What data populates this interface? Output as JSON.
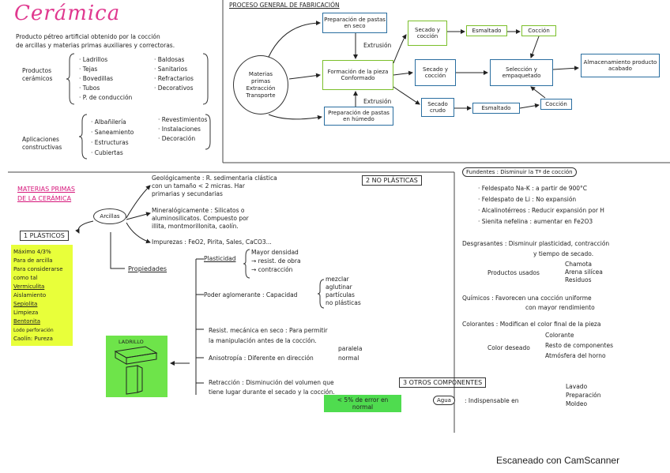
{
  "title": "Cerámica",
  "definition": [
    "Producto pétreo artificial obtenido por la cocción",
    "de arcillas y materias primas auxiliares y correctoras."
  ],
  "productos": {
    "label": [
      "Productos",
      "cerámicos"
    ],
    "col1": [
      "· Ladrillos",
      "· Tejas",
      "· Bovedillas",
      "· Tubos",
      "· P. de conducción"
    ],
    "col2": [
      "· Baldosas",
      "· Sanitarios",
      "· Refractarios",
      "· Decorativos"
    ]
  },
  "aplicaciones": {
    "label": [
      "Aplicaciones",
      "constructivas"
    ],
    "col1": [
      "· Albañilería",
      "· Saneamiento",
      "· Estructuras",
      "· Cubiertas"
    ],
    "col2": [
      "· Revestimientos",
      "· Instalaciones",
      "· Decoración"
    ]
  },
  "proceso": {
    "title": "PROCESO GENERAL DE FABRICACIÓN",
    "materias": [
      "Materias",
      "primas",
      "Extracción",
      "Transporte"
    ],
    "prep_seco": "Preparación de pastas en seco",
    "formacion": "Formación de la pieza Conformado",
    "prep_humedo": "Preparación de pastas en húmedo",
    "secado1": "Secado y cocción",
    "esmaltado1": "Esmaltado",
    "coccion1": "Cocción",
    "secado2": "Secado y cocción",
    "seleccion": "Selección y empaquetado",
    "almacen": "Almacenamiento producto acabado",
    "secado3": "Secado crudo",
    "esmaltado2": "Esmaltado",
    "coccion2": "Cocción",
    "lbl_extrusion": "Extrusión",
    "lbl_extrusion2": "Extrusión"
  },
  "materias_primas": {
    "title": [
      "MATERIAS PRIMAS",
      "DE LA CERÁMICA"
    ],
    "arcillas": "Arcillas",
    "geo": [
      "Geológicamente : R. sedimentaria clástica",
      "con un tamaño < 2 micras. Har",
      "primarias y secundarias"
    ],
    "mineral": [
      "Mineralógicamente : Silicatos o",
      "aluminosilicatos. Compuesto por",
      "illita, montmorillonita, caolín."
    ],
    "impurezas": "Impurezas : FeO2, Pirita, Sales, CaCO3...",
    "propiedades": "Propiedades",
    "plasticidad": "Plasticidad",
    "plasticidad_items": [
      "Mayor densidad",
      "→ resist. de obra",
      "→ contracción"
    ],
    "poder": "Poder aglomerante : Capacidad",
    "poder_items": [
      "mezclar",
      "aglutinar",
      "partículas",
      "no plásticas"
    ],
    "resist": [
      "Resist. mecánica en seco : Para permitir",
      "la manipulación antes de la cocción."
    ],
    "anisotropia": "Anisotropía : Diferente en dirección",
    "anisotropia_items": [
      "paralela",
      "normal"
    ],
    "retraccion": [
      "Retracción : Disminución del volumen que",
      "tiene lugar durante el secado y la cocción."
    ],
    "green_note": [
      "< 5% de error en",
      "normal"
    ]
  },
  "plasticos": {
    "label": "1 PLÁSTICOS",
    "lines": [
      "Máximo 4/3%",
      "Para de arcilla",
      "Para considerarse",
      "como tal",
      "Vermiculita",
      "Aislamiento",
      "Sepiolita",
      "Limpieza",
      "Bentonita",
      "Lodo perforación",
      "Caolín: Pureza"
    ]
  },
  "ladrillo": {
    "label": "LADRILLO"
  },
  "no_plasticas": {
    "label": "2 NO PLÁSTICAS",
    "fundentes": "Fundentes : Disminuir la Tª de cocción",
    "fundentes_items": [
      "· Feldespato Na-K : a partir de 900°C",
      "· Feldespato de Li : No expansión",
      "· Alcalinotérreos : Reducir expansión por H",
      "· Sienita nefelina : aumentar en Fe2O3"
    ],
    "desgrasantes": [
      "Desgrasantes : Disminuir plasticidad, contracción",
      "y tiempo de secado."
    ],
    "productos_usados": "Productos usados",
    "desgrasantes_items": [
      "Chamota",
      "Arena silícea",
      "Residuos"
    ],
    "quimicos": [
      "Químicos : Favorecen una cocción uniforme",
      "con mayor rendimiento"
    ],
    "colorantes": "Colorantes : Modifican el color final de la pieza",
    "color_deseado": "Color deseado",
    "colorantes_items": [
      "Colorante",
      "Resto de componentes",
      "Atmósfera del horno"
    ]
  },
  "otros": {
    "label": "3 OTROS COMPONENTES",
    "agua": "Agua",
    "agua_text": ": Indispensable en",
    "agua_items": [
      "Lavado",
      "Preparación",
      "Moldeo"
    ]
  },
  "footer": "Escaneado con CamScanner"
}
